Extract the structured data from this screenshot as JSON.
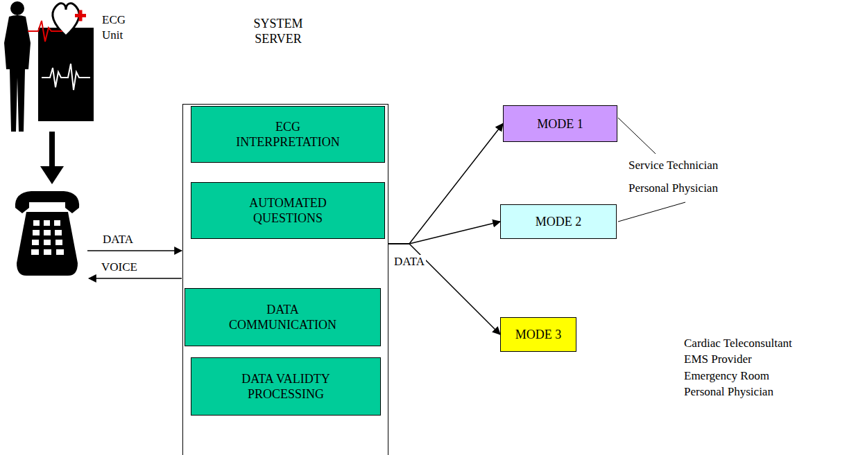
{
  "diagram": {
    "nodes": [
      {
        "text": [
          "ECG Unit"
        ]
      },
      {
        "text": [
          "SYSTEM SERVER"
        ]
      },
      {
        "text": [
          "ECG INTERPRETATION"
        ],
        "in": 1
      },
      {
        "text": [
          "AUTOMATED QUESTIONS"
        ],
        "in": 1
      },
      {
        "text": [
          "DATA COMMUNICATION"
        ],
        "in": 1
      },
      {
        "text": [
          "DATA VALIDTY PROCESSING"
        ],
        "in": 1
      },
      {
        "text": [
          "MODE 1"
        ]
      },
      {
        "text": [
          "MODE 2"
        ]
      },
      {
        "text": [
          "MODE 3"
        ]
      }
    ],
    "edges": [
      {
        "from": 1,
        "to": 6,
        "arrow": "to"
      },
      {
        "from": 1,
        "to": 7,
        "arrow": "to"
      },
      {
        "from": 1,
        "to": 8,
        "arrow": "to",
        "label": "DATA"
      }
    ],
    "labels": [
      "DATA",
      "VOICE",
      "Service Technician",
      "Personal Physician",
      "Cardiac Teleconsultant",
      "EMS Provider",
      "Emergency Room",
      "Personal Physician"
    ]
  }
}
